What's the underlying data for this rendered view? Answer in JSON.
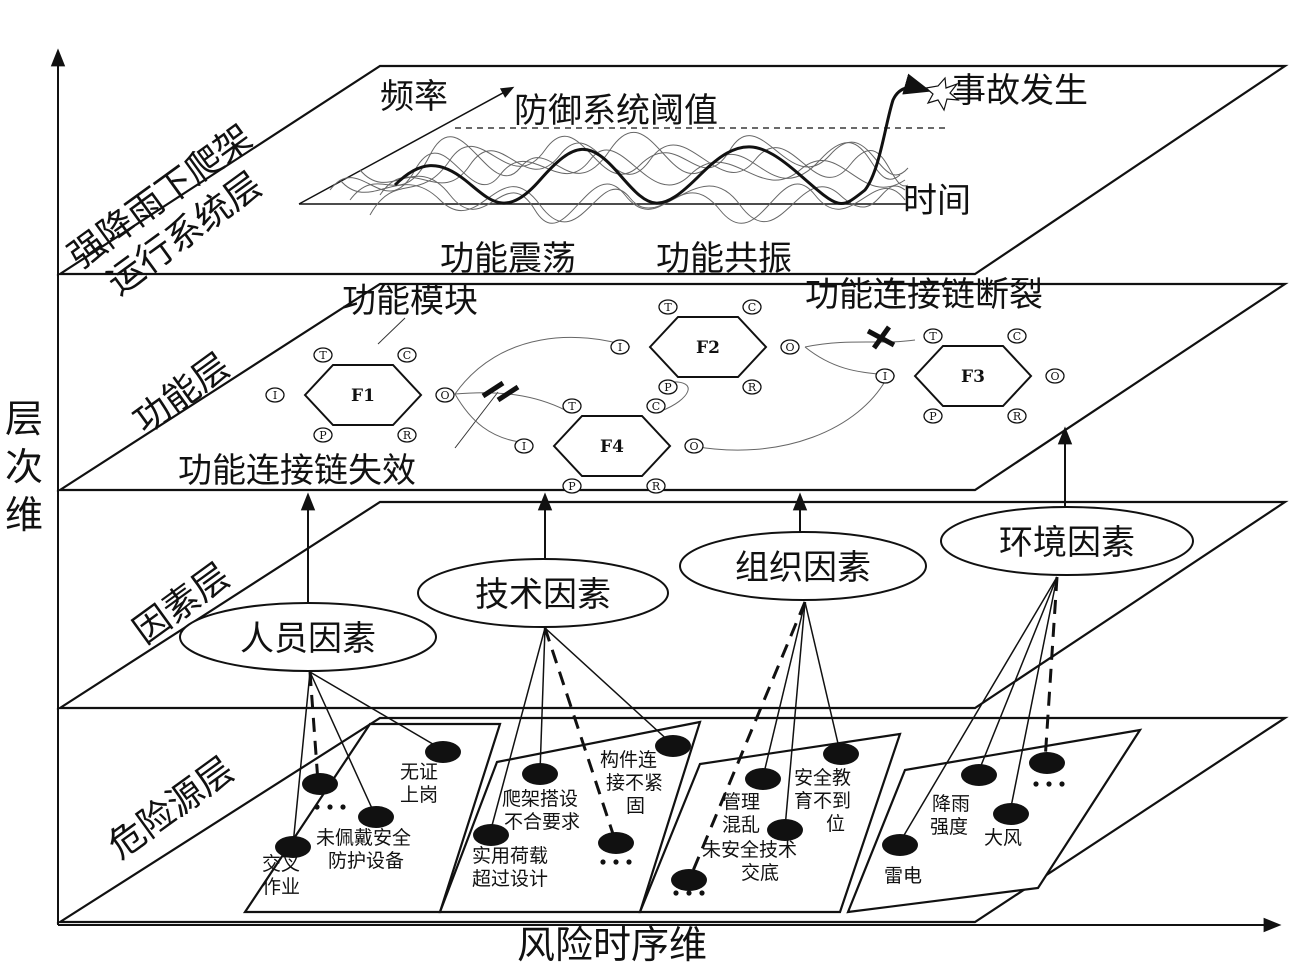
{
  "axes": {
    "vertical": "层次维",
    "horizontal": "风险时序维"
  },
  "layers": {
    "system": "强降雨下爬架运行系统层",
    "function": "功能层",
    "factor": "因素层",
    "hazard": "危险源层"
  },
  "system_plot": {
    "frequency_label": "频率",
    "threshold_label": "防御系统阈值",
    "accident_label": "事故发生",
    "time_label": "时间",
    "oscillation_label": "功能震荡",
    "resonance_label": "功能共振"
  },
  "function_layer": {
    "module_label": "功能模块",
    "link_broken_label": "功能连接链断裂",
    "link_failure_label": "功能连接链失效",
    "modules": [
      "F1",
      "F2",
      "F3",
      "F4"
    ],
    "ports": [
      "T",
      "C",
      "I",
      "O",
      "P",
      "R"
    ]
  },
  "factors": {
    "human": "人员因素",
    "technical": "技术因素",
    "organization": "组织因素",
    "environment": "环境因素"
  },
  "hazards": {
    "human": {
      "no_cert": "无证上岗",
      "no_ppe": "未佩戴安全防护设备",
      "cross_work": "交叉作业"
    },
    "technical": {
      "component": "构件连接不紧固",
      "setup": "爬架搭设不合要求",
      "load": "实用荷载超过设计"
    },
    "organization": {
      "management": "管理混乱",
      "education": "安全教育不到位",
      "briefing": "未安全技术交底"
    },
    "environment": {
      "rain": "降雨强度",
      "wind": "大风",
      "thunder": "雷电"
    }
  }
}
